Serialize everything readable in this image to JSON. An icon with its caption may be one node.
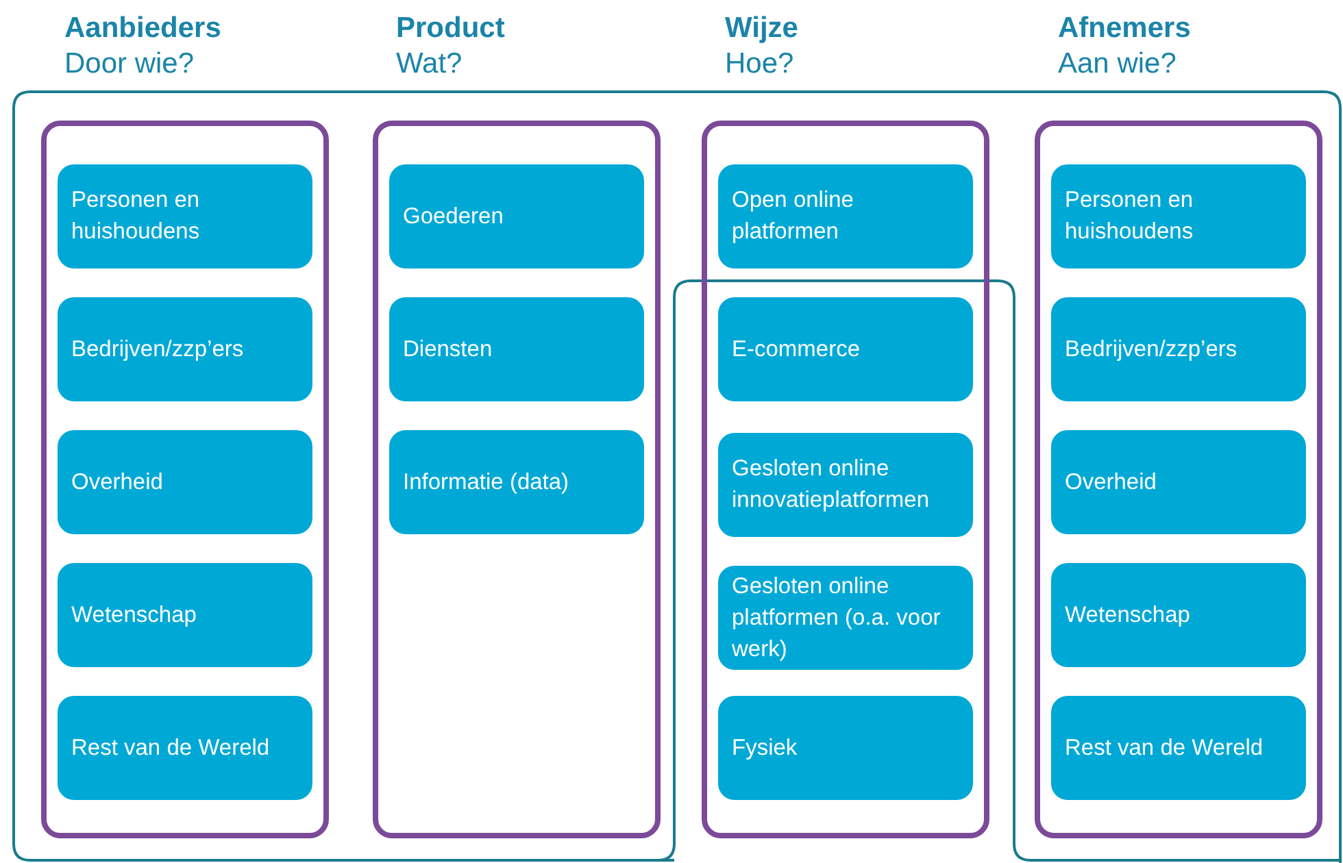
{
  "diagram": {
    "nodes": [
      {
        "text": [
          "Aanbieders",
          "Door wie?"
        ]
      },
      {
        "text": [
          "Personen en huishoudens"
        ],
        "in": 0
      },
      {
        "text": [
          "Bedrijven/zzp’ers"
        ],
        "in": 0
      },
      {
        "text": [
          "Overheid"
        ],
        "in": 0
      },
      {
        "text": [
          "Wetenschap"
        ],
        "in": 0
      },
      {
        "text": [
          "Rest van de Wereld"
        ],
        "in": 0
      },
      {
        "text": [
          "Product",
          "Wat?"
        ]
      },
      {
        "text": [
          "Goederen"
        ],
        "in": 6
      },
      {
        "text": [
          "Diensten"
        ],
        "in": 6
      },
      {
        "text": [
          "Informatie (data)"
        ],
        "in": 6
      },
      {
        "text": [
          "Wijze",
          "Hoe?"
        ]
      },
      {
        "text": [
          "Open online platformen"
        ],
        "in": 10
      },
      {
        "text": [
          "E-commerce"
        ],
        "in": 10
      },
      {
        "text": [
          "Gesloten online innovatieplatformen"
        ],
        "in": 10
      },
      {
        "text": [
          "Gesloten online platformen (o.a. voor werk)"
        ],
        "in": 10
      },
      {
        "text": [
          "Fysiek"
        ],
        "in": 10
      },
      {
        "text": [
          "Afnemers",
          "Aan wie?"
        ]
      },
      {
        "text": [
          "Personen en huishoudens"
        ],
        "in": 16
      },
      {
        "text": [
          "Bedrijven/zzp’ers"
        ],
        "in": 16
      },
      {
        "text": [
          "Overheid"
        ],
        "in": 16
      },
      {
        "text": [
          "Wetenschap"
        ],
        "in": 16
      },
      {
        "text": [
          "Rest van de Wereld"
        ],
        "in": 16
      }
    ]
  }
}
